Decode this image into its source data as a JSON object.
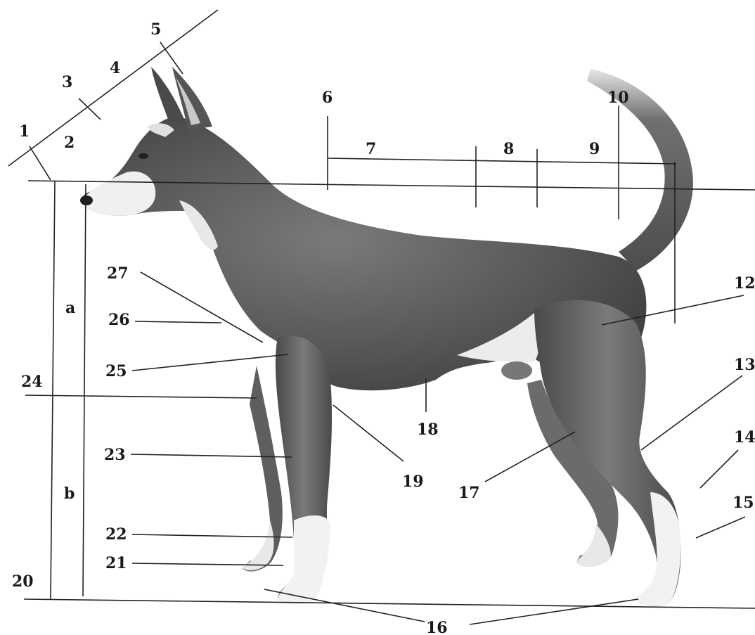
{
  "labels": {
    "n1": "1",
    "n2": "2",
    "n3": "3",
    "n4": "4",
    "n5": "5",
    "n6": "6",
    "n7": "7",
    "n8": "8",
    "n9": "9",
    "n10": "10",
    "n12": "12",
    "n13": "13",
    "n14": "14",
    "n15": "15",
    "n16": "16",
    "n17": "17",
    "n18": "18",
    "n19": "19",
    "n20": "20",
    "n21": "21",
    "n22": "22",
    "n23": "23",
    "n24": "24",
    "n25": "25",
    "n26": "26",
    "n27": "27",
    "a": "a",
    "b": "b"
  },
  "colors": {
    "coat": "#5a5a5a",
    "coat_dark": "#3b3b3b",
    "white_markings": "#f2f2f2",
    "lines": "#222222"
  }
}
